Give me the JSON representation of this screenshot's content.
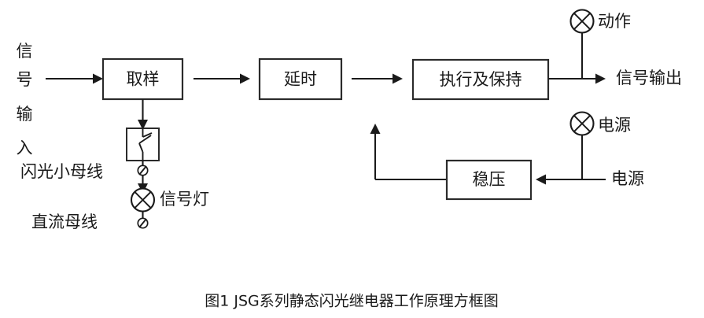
{
  "figure": {
    "caption": "图1  JSG系列静态闪光继电器工作原理方框图",
    "background_color": "#ffffff",
    "line_color": "#1a1a1a",
    "box_stroke_color": "#2b2b2b"
  },
  "vertical_input_label": {
    "name": "信号输入",
    "chars": [
      "信",
      "号",
      "输",
      "入"
    ]
  },
  "blocks": {
    "sampling": {
      "label": "取样"
    },
    "delay": {
      "label": "延时"
    },
    "execute_hold": {
      "label": "执行及保持"
    },
    "regulator": {
      "label": "稳压"
    }
  },
  "labels": {
    "flash_bus": "闪光小母线",
    "dc_bus": "直流母线",
    "signal_lamp": "信号灯",
    "action_lamp": "动作",
    "signal_output": "信号输出",
    "power_lamp": "电源",
    "power_input": "电源"
  },
  "symbols": {
    "relay_contact": "relay-contact-symbol",
    "lamp": "lamp-cross-circle",
    "terminal": "terminal-slash-circle",
    "arrow": "arrowhead"
  }
}
